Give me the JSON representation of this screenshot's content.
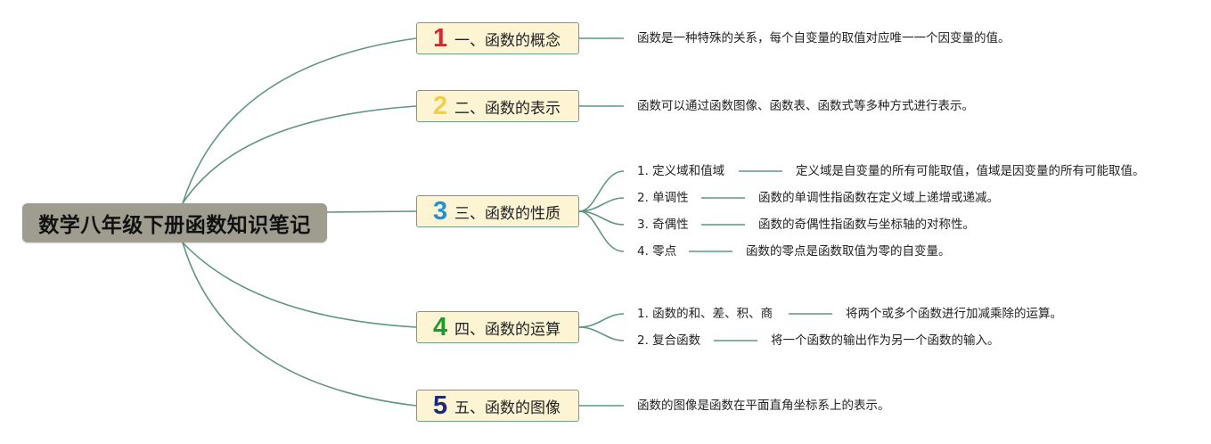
{
  "root": {
    "title": "数学八年级下册函数知识笔记"
  },
  "colors": {
    "line": "#5f9582",
    "topic_bg": "#fdf4d4",
    "root_bg": "#9e9d8f"
  },
  "topics": [
    {
      "number": "1",
      "number_color": "#e0242f",
      "label": "一、函数的概念",
      "note": "函数是一种特殊的关系，每个自变量的取值对应唯一一个因变量的值。"
    },
    {
      "number": "2",
      "number_color": "#f2d045",
      "label": "二、函数的表示",
      "note": "函数可以通过函数图像、函数表、函数式等多种方式进行表示。"
    },
    {
      "number": "3",
      "number_color": "#2a8fd0",
      "label": "三、函数的性质",
      "subs": [
        {
          "label": "1. 定义域和值域",
          "note": "定义域是自变量的所有可能取值，值域是因变量的所有可能取值。"
        },
        {
          "label": "2. 单调性",
          "note": "函数的单调性指函数在定义域上递增或递减。"
        },
        {
          "label": "3. 奇偶性",
          "note": "函数的奇偶性指函数与坐标轴的对称性。"
        },
        {
          "label": "4. 零点",
          "note": "函数的零点是函数取值为零的自变量。"
        }
      ]
    },
    {
      "number": "4",
      "number_color": "#1f9a2e",
      "label": "四、函数的运算",
      "subs": [
        {
          "label": "1. 函数的和、差、积、商",
          "note": "将两个或多个函数进行加减乘除的运算。"
        },
        {
          "label": "2. 复合函数",
          "note": "将一个函数的输出作为另一个函数的输入。"
        }
      ]
    },
    {
      "number": "5",
      "number_color": "#1e2a7a",
      "label": "五、函数的图像",
      "note": "函数的图像是函数在平面直角坐标系上的表示。"
    }
  ]
}
